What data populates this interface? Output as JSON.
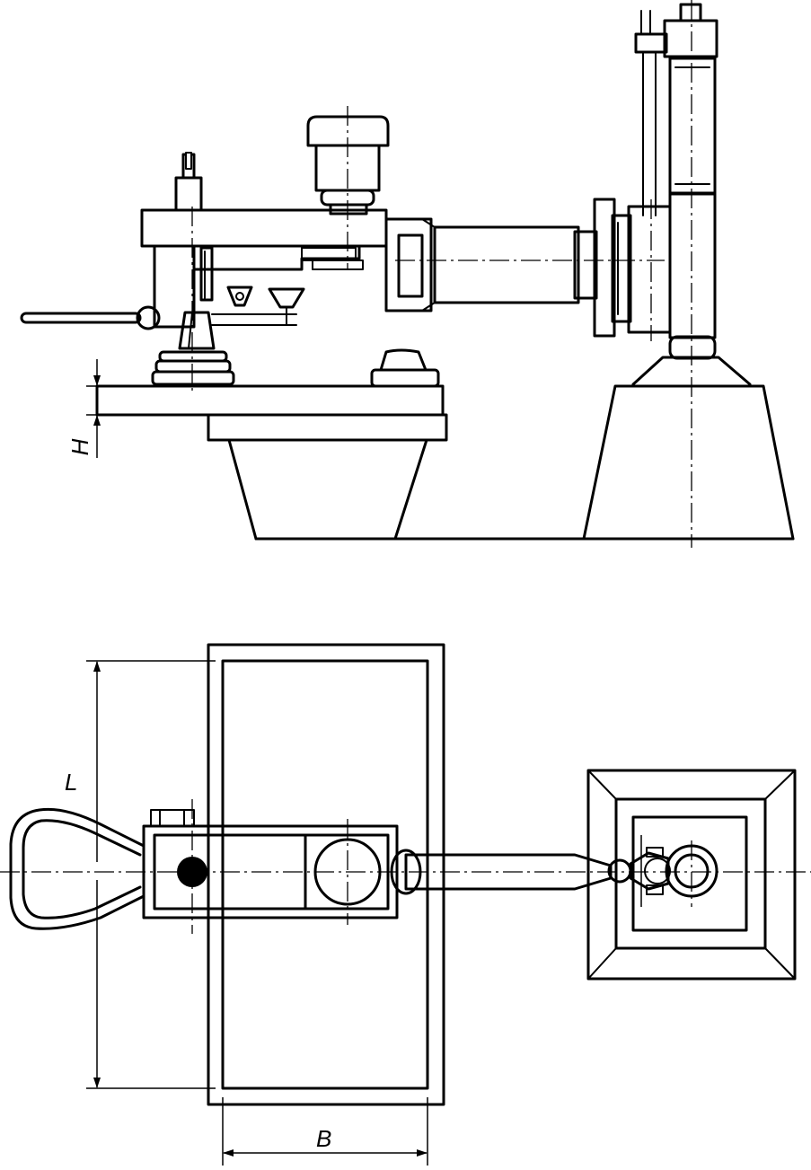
{
  "dimensions": {
    "height_label": "H",
    "length_label": "L",
    "width_label": "B"
  }
}
